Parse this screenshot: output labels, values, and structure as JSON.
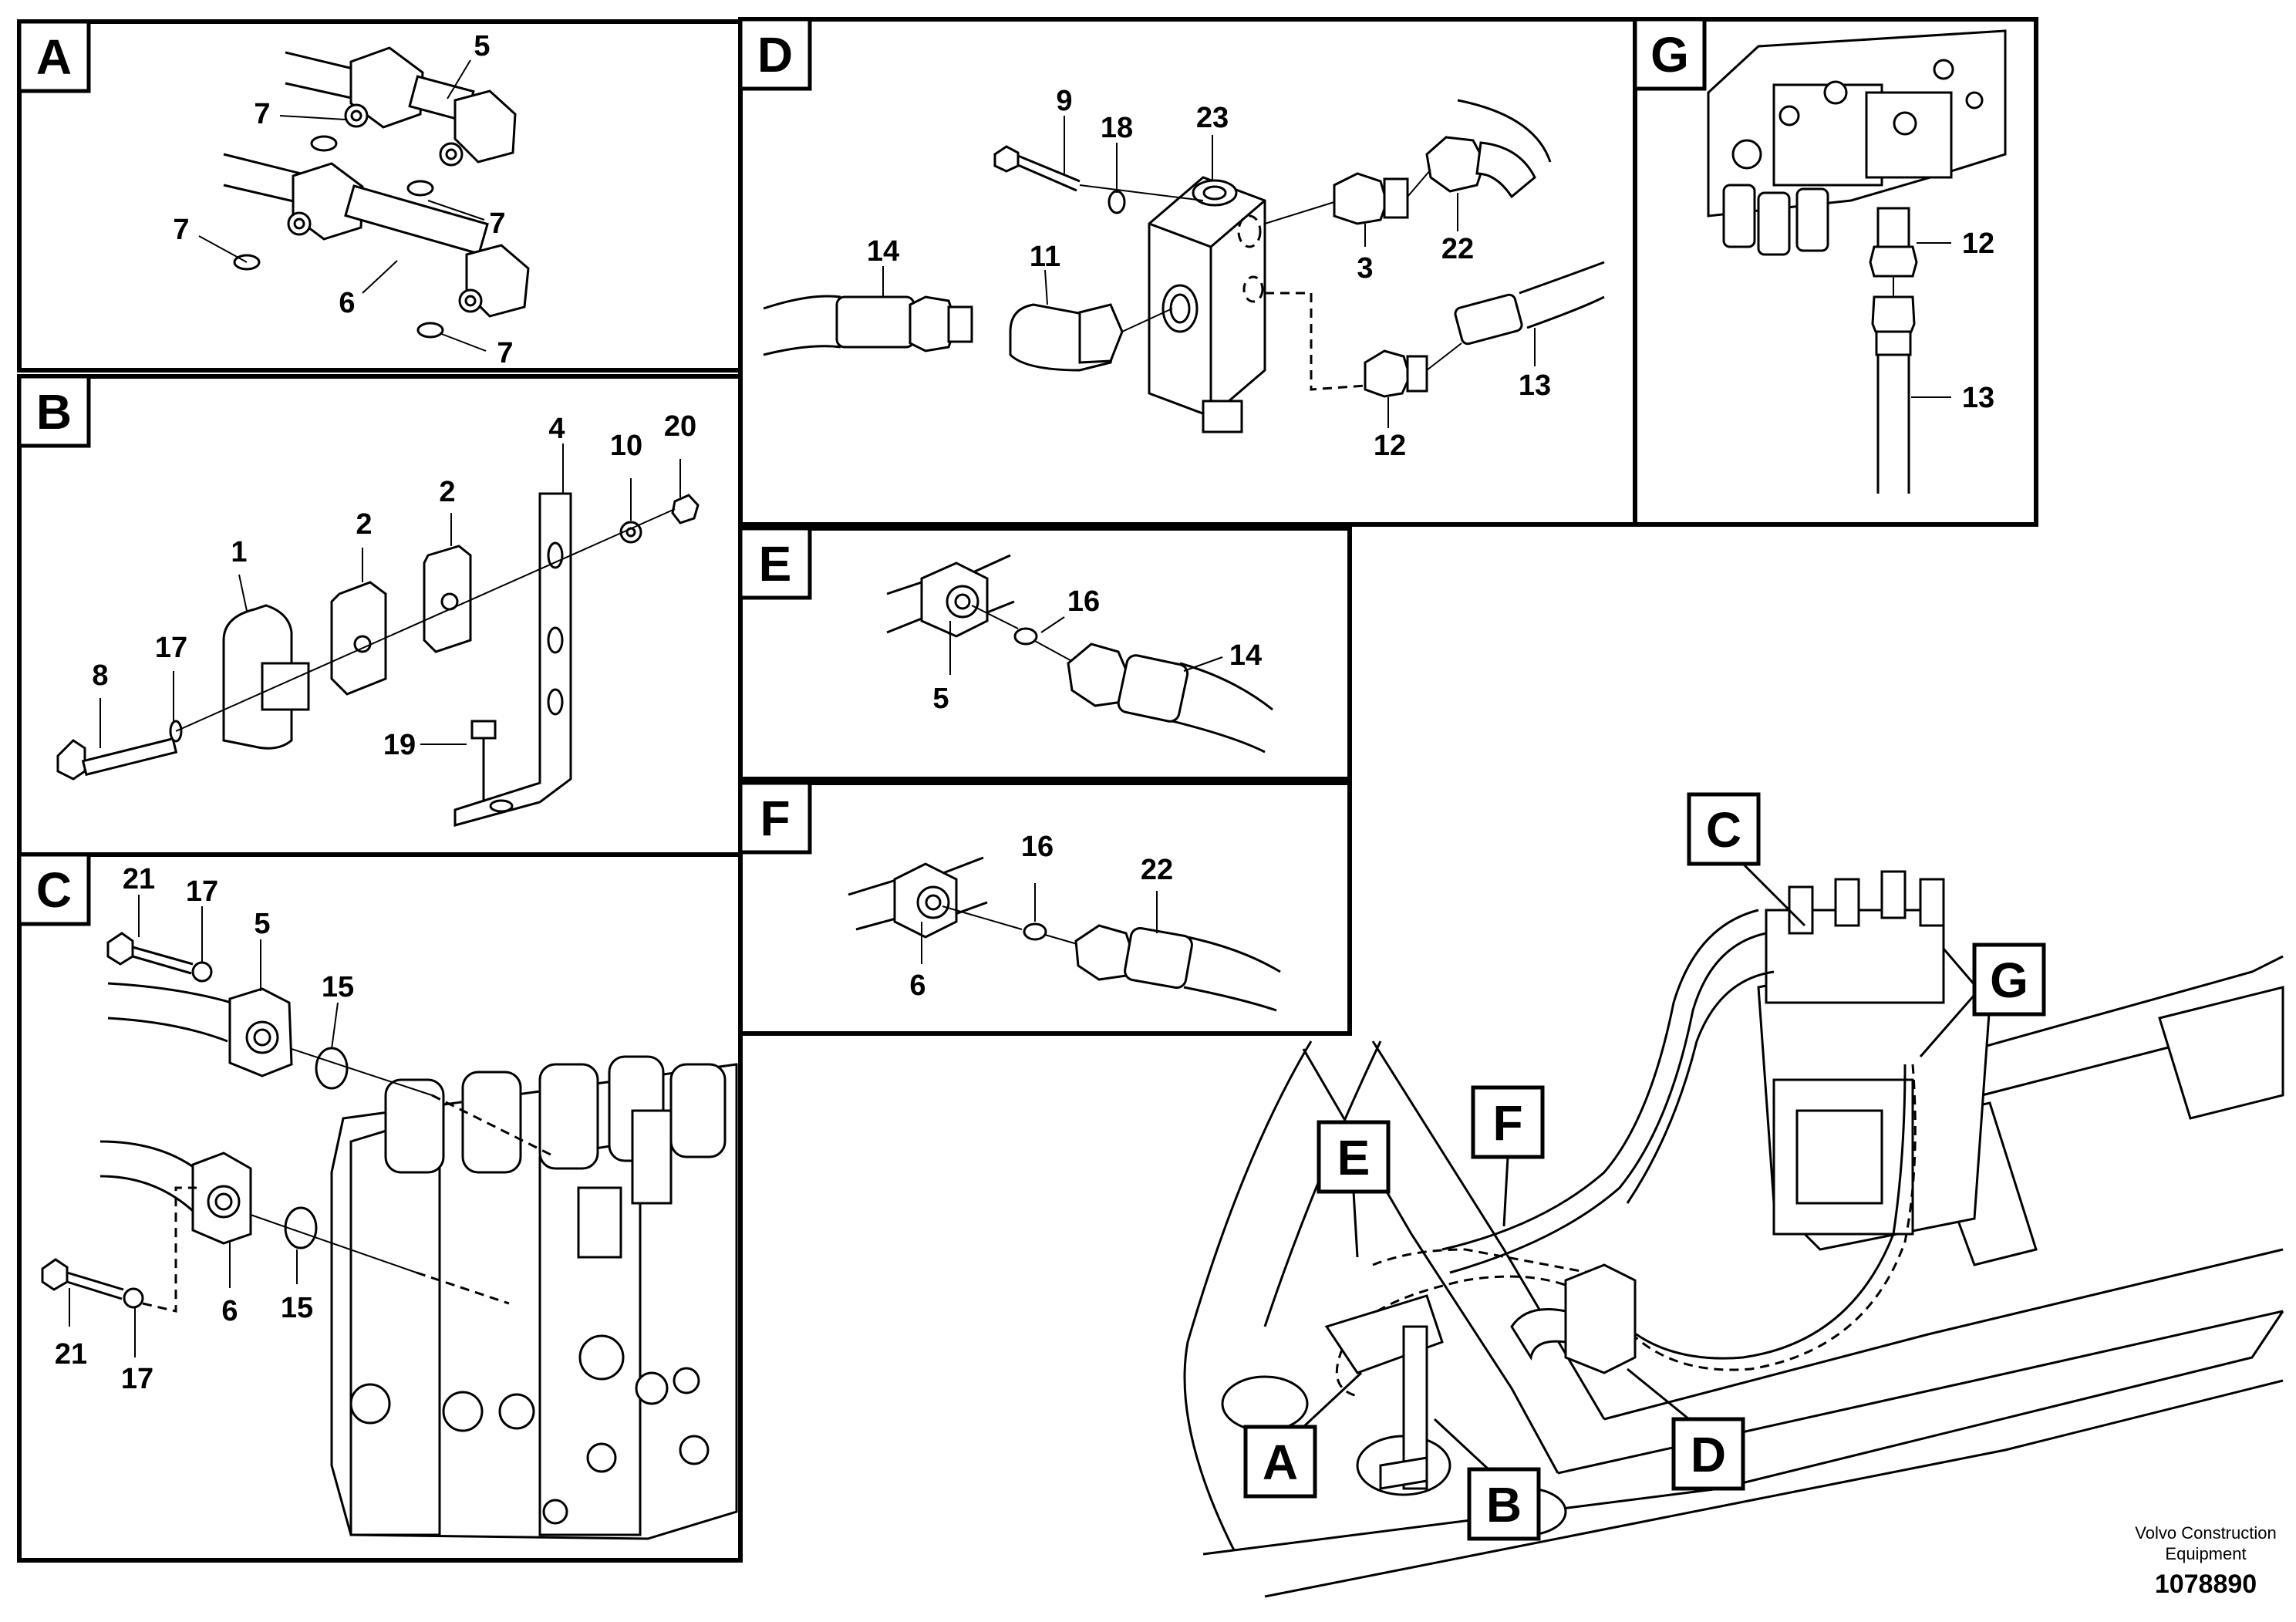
{
  "panels": {
    "A": {
      "letter": "A",
      "callouts": [
        "5",
        "7",
        "7",
        "7",
        "6",
        "7"
      ]
    },
    "B": {
      "letter": "B",
      "callouts": [
        "4",
        "10",
        "20",
        "2",
        "2",
        "1",
        "17",
        "8",
        "19"
      ]
    },
    "C": {
      "letter": "C",
      "callouts": [
        "21",
        "17",
        "5",
        "15",
        "6",
        "15",
        "21",
        "17"
      ]
    },
    "D": {
      "letter": "D",
      "callouts": [
        "9",
        "18",
        "23",
        "14",
        "11",
        "3",
        "22",
        "13",
        "12"
      ]
    },
    "E": {
      "letter": "E",
      "callouts": [
        "16",
        "14",
        "5"
      ]
    },
    "F": {
      "letter": "F",
      "callouts": [
        "16",
        "22",
        "6"
      ]
    },
    "G": {
      "letter": "G",
      "callouts": [
        "12",
        "13"
      ]
    }
  },
  "overview_labels": [
    "C",
    "G",
    "F",
    "E",
    "A",
    "B",
    "D"
  ],
  "credit": {
    "line1": "Volvo Construction",
    "line2": "Equipment"
  },
  "document_number": "1078890"
}
